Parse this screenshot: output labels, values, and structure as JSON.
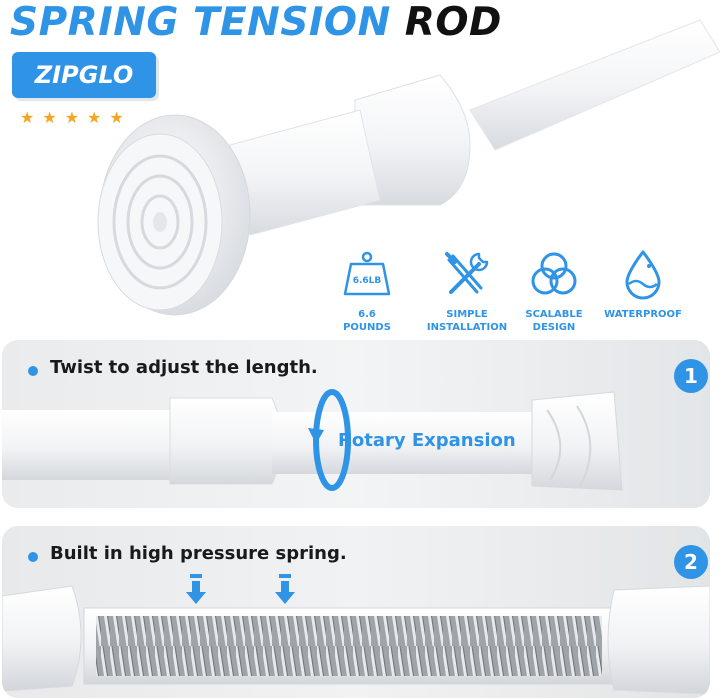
{
  "title": {
    "part1": "SPRING TENSION",
    "part2": "ROD"
  },
  "brand": "ZIPGLO",
  "rating": {
    "stars": 5,
    "symbol": "★★★★★"
  },
  "features": [
    {
      "icon": "weight-icon",
      "badge": "6.6LB",
      "line1": "6.6",
      "line2": "POUNDS"
    },
    {
      "icon": "tools-icon",
      "line1": "SIMPLE",
      "line2": "INSTALLATION"
    },
    {
      "icon": "triangle-knot-icon",
      "line1": "SCALABLE",
      "line2": "DESIGN"
    },
    {
      "icon": "water-drop-icon",
      "line1": "WATERPROOF",
      "line2": ""
    }
  ],
  "panels": [
    {
      "number": "1",
      "caption": "Twist to adjust the length.",
      "overlay": "Rotary Expansion"
    },
    {
      "number": "2",
      "caption": "Built in high pressure spring."
    }
  ],
  "colors": {
    "accent": "#2f93e6",
    "star": "#f4a623",
    "text": "#111111"
  }
}
